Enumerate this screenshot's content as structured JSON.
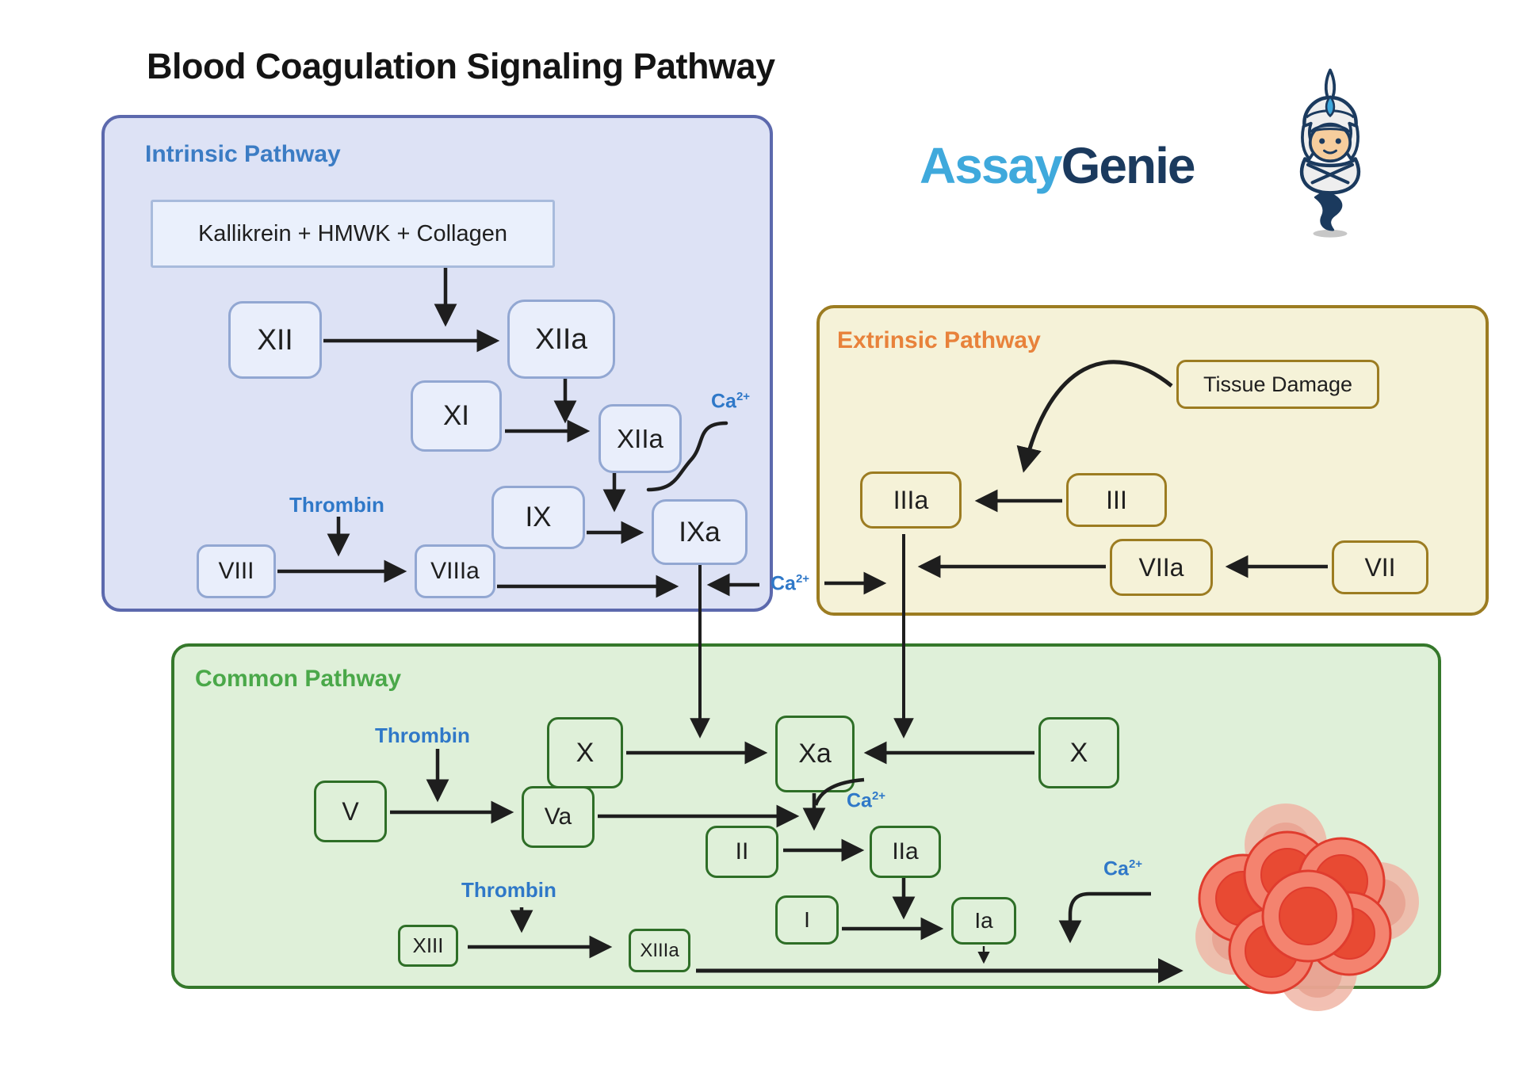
{
  "title": "Blood Coagulation Signaling Pathway",
  "logo": {
    "brand_first": "Assay",
    "brand_second": "Genie"
  },
  "labels": {
    "thrombin": "Thrombin",
    "calcium_base": "Ca",
    "calcium_sup": "2+"
  },
  "colors": {
    "intrinsic_fill": "#dde2f5",
    "intrinsic_border": "#5c69ad",
    "intrinsic_title": "#3b7cc4",
    "extrinsic_fill": "#f5f2d8",
    "extrinsic_border": "#9c7c21",
    "extrinsic_title": "#e8823b",
    "common_fill": "#dff0d9",
    "common_border": "#35782b",
    "common_title": "#4aa849",
    "cofactor_blue": "#2f78c8",
    "arrow": "#1e1e1e",
    "logo_first": "#3fa9dc",
    "logo_second": "#1b3a5e",
    "clot_cell": "#f4836f",
    "clot_cell_inner": "#e84a33",
    "clot_cell_faded": "#f0b6a6"
  },
  "pathways": {
    "intrinsic": {
      "title": "Intrinsic Pathway",
      "nodes": {
        "kallikrein": "Kallikrein + HMWK + Collagen",
        "xii": "XII",
        "xiia_1": "XIIa",
        "xi": "XI",
        "xiia_2": "XIIa",
        "ix": "IX",
        "ixa": "IXa",
        "viii": "VIII",
        "viiia": "VIIIa"
      }
    },
    "extrinsic": {
      "title": "Extrinsic Pathway",
      "nodes": {
        "tissue_damage": "Tissue Damage",
        "iiia": "IIIa",
        "iii": "III",
        "viia": "VIIa",
        "vii": "VII"
      }
    },
    "common": {
      "title": "Common Pathway",
      "nodes": {
        "x_left": "X",
        "xa": "Xa",
        "x_right": "X",
        "v": "V",
        "va": "Va",
        "ii": "II",
        "iia": "IIa",
        "i": "I",
        "ia": "Ia",
        "xiii": "XIII",
        "xiiia": "XIIIa"
      }
    }
  }
}
